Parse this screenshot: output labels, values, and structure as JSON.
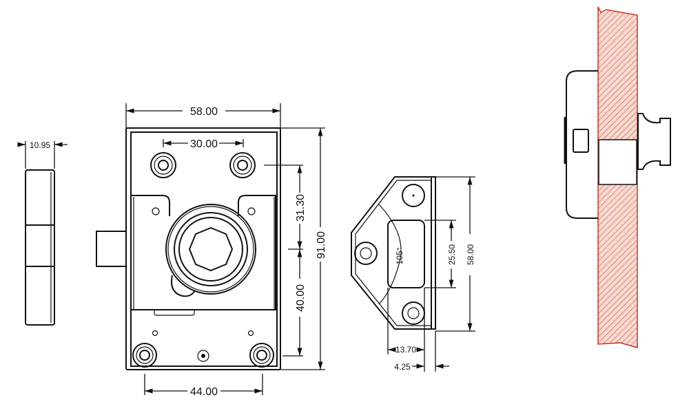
{
  "dimensions": {
    "side_thickness": "10.95",
    "body_width": "58.00",
    "top_screw_spacing": "30.00",
    "body_height": "91.00",
    "upper_offset": "31.30",
    "lower_offset": "40.00",
    "bottom_screw_spacing": "44.00",
    "strike_height": "58.00",
    "strike_opening": "25.50",
    "strike_angle": "105°",
    "strike_depth": "13.70",
    "strike_flange": "4.25"
  },
  "colors": {
    "line": "#111111",
    "wood_fill": "#f7d9cf",
    "wood_stroke": "#c0392b"
  }
}
